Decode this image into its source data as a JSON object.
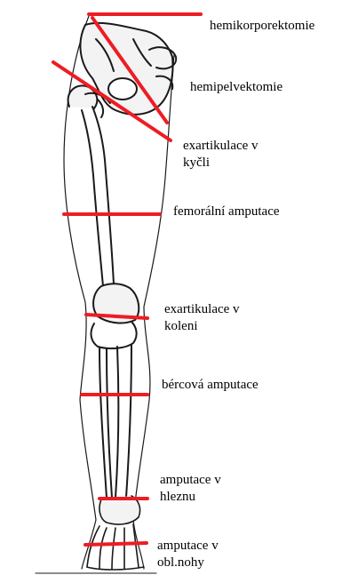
{
  "diagram": {
    "labels": {
      "hemicorporectomy": "hemikorporektomie",
      "hemipelvectomy": "hemipelvektomie",
      "hip_disarticulation_line1": "exartikulace v",
      "hip_disarticulation_line2": "kyčli",
      "femoral_amputation": "femorální amputace",
      "knee_disarticulation_line1": "exartikulace v",
      "knee_disarticulation_line2": "koleni",
      "transtibial_amputation": "bércová amputace",
      "ankle_amputation_line1": "amputace v",
      "ankle_amputation_line2": "hleznu",
      "foot_amputation_line1": "amputace v",
      "foot_amputation_line2": "obl.nohy"
    },
    "cut_line_color": "#ee1c24",
    "illustration_ink_color": "#1a1a1a"
  }
}
